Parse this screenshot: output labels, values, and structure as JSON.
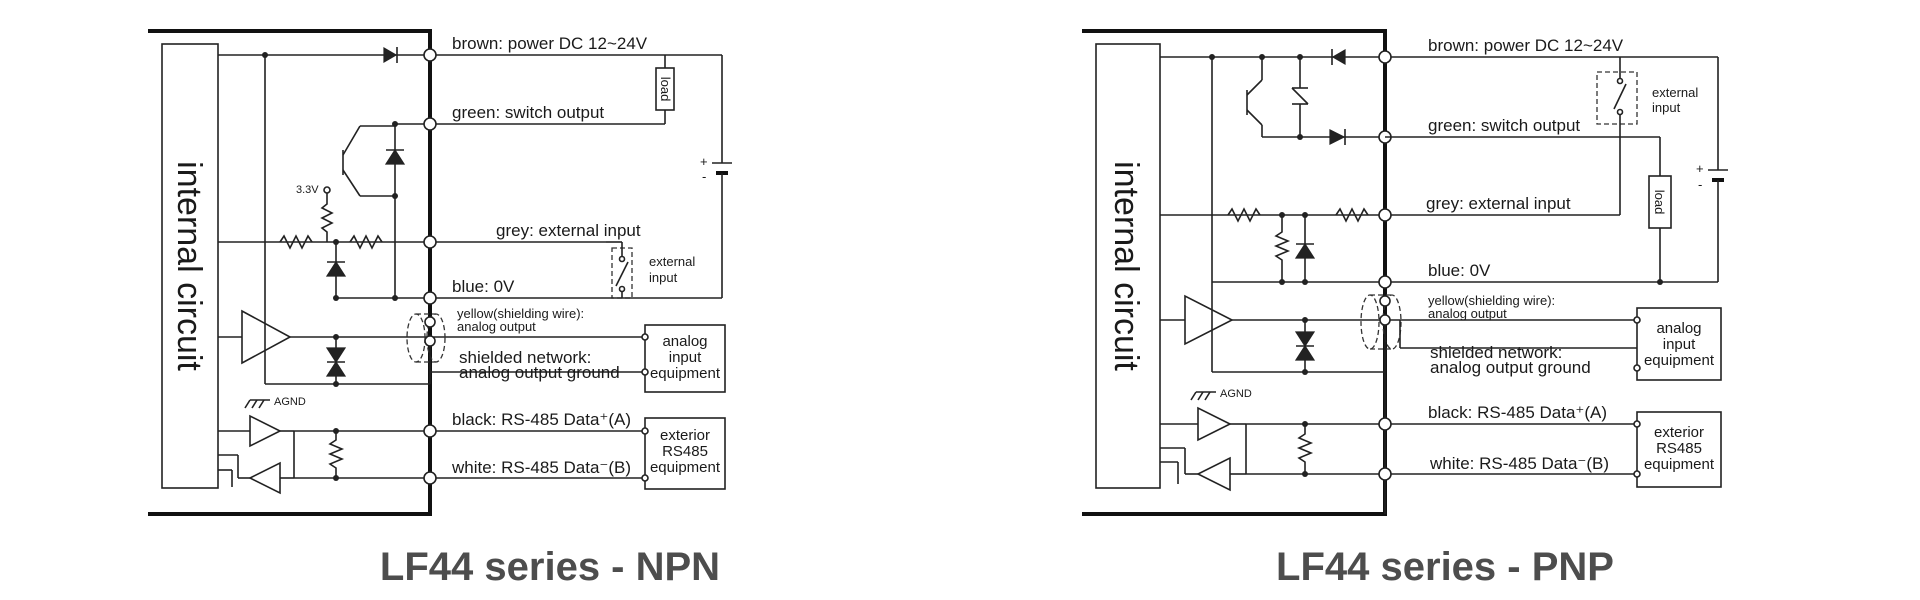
{
  "npn": {
    "title": "LF44 series - NPN",
    "internal": "internal circuit",
    "brown": "brown: power DC 12~24V",
    "green": "green: switch output",
    "grey": "grey: external input",
    "blue": "blue: 0V",
    "yellow1": "yellow(shielding wire):",
    "yellow2": "analog output",
    "shield1": "shielded network:",
    "shield2": "analog output ground",
    "black": "black: RS-485 Data⁺(A)",
    "white": "white: RS-485 Data⁻(B)",
    "load": "load",
    "ext1": "external",
    "ext2": "input",
    "v33": "3.3V",
    "agnd": "AGND",
    "plus": "+",
    "minus": "-",
    "analog_box": [
      "analog",
      "input",
      "equipment"
    ],
    "rs485_box": [
      "exterior",
      "RS485",
      "equipment"
    ]
  },
  "pnp": {
    "title": "LF44 series - PNP",
    "internal": "internal circuit",
    "brown": "brown: power DC 12~24V",
    "green": "green: switch output",
    "grey": "grey: external input",
    "blue": "blue: 0V",
    "yellow1": "yellow(shielding wire):",
    "yellow2": "analog output",
    "shield1": "shielded network:",
    "shield2": "analog output ground",
    "black": "black: RS-485 Data⁺(A)",
    "white": "white: RS-485 Data⁻(B)",
    "load": "load",
    "ext1": "external",
    "ext2": "input",
    "agnd": "AGND",
    "plus": "+",
    "minus": "-",
    "analog_box": [
      "analog",
      "input",
      "equipment"
    ],
    "rs485_box": [
      "exterior",
      "RS485",
      "equipment"
    ]
  }
}
